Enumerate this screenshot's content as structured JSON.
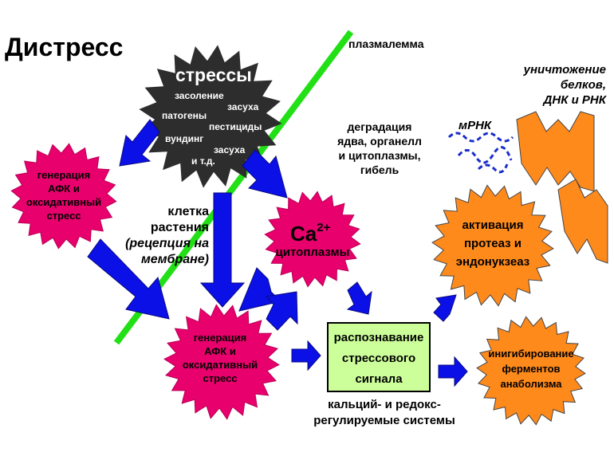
{
  "title": "Дистресс",
  "plasmalemma_label": "плазмалемма",
  "stress_star": {
    "title": "стрессы",
    "items": [
      "засоление",
      "засуха",
      "патогены",
      "пестициды",
      "вундинг",
      "засуха",
      "и т.д."
    ]
  },
  "ros_top": {
    "lines": [
      "генерация",
      "АФК и",
      "оксидативный",
      "стресс"
    ]
  },
  "ros_bottom": {
    "lines": [
      "генерация",
      "АФК и",
      "оксидативный",
      "стресс"
    ]
  },
  "cell_label": {
    "lines": [
      "клетка",
      "растения"
    ],
    "italic_lines": [
      "(рецепция на",
      "мембране)"
    ]
  },
  "calcium": {
    "symbol": "Ca",
    "superscript": "2+",
    "subtitle": "цитоплазмы"
  },
  "degradation": {
    "lines": [
      "деградация",
      "ядва, органелл",
      "и цитоплазмы,",
      "гибель"
    ]
  },
  "mrna_label": "мРНК",
  "destruction": {
    "lines": [
      "уничтожение",
      "белков,",
      "ДНК и РНК"
    ]
  },
  "protease": {
    "lines": [
      "активация",
      "протеаз и",
      "эндонукзеаз"
    ]
  },
  "recognition": {
    "lines": [
      "распознавание",
      "стрессового",
      "сигнала"
    ]
  },
  "inhibition": {
    "lines": [
      "инигибирование",
      "ферментов",
      "анаболизма"
    ]
  },
  "systems": {
    "lines": [
      "кальций- и редокс-",
      "регулируемые системы"
    ]
  },
  "colors": {
    "magenta": "#e8006c",
    "orange": "#ff8a1c",
    "blue": "#0a10e6",
    "green": "#22e016",
    "dark": "#2d2d2d",
    "recognition_fill": "#ccff99",
    "mrna_dash": "#1a2ccc"
  }
}
